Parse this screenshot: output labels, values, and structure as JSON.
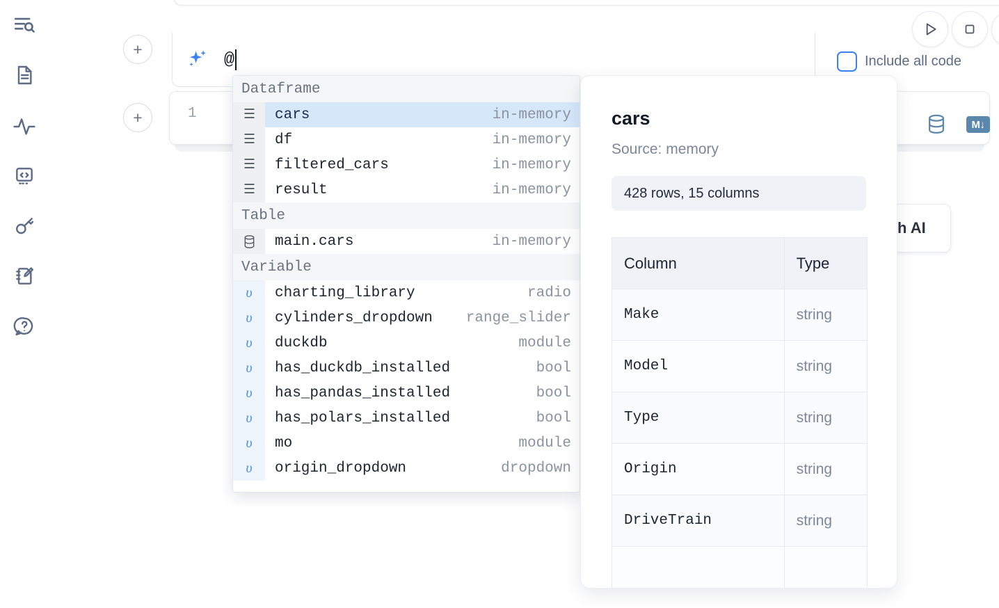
{
  "app": {
    "sidebar": {
      "items": [
        {
          "name": "file-explorer-icon",
          "label": "Explore files"
        },
        {
          "name": "document-icon",
          "label": "Outline"
        },
        {
          "name": "activity-icon",
          "label": "Dependencies"
        },
        {
          "name": "code-snippets-icon",
          "label": "Snippets"
        },
        {
          "name": "key-icon",
          "label": "Secrets"
        },
        {
          "name": "notebook-edit-icon",
          "label": "Scratchpad"
        },
        {
          "name": "help-chat-icon",
          "label": "Help"
        }
      ]
    },
    "toolbar": {
      "run_label": "Run",
      "stop_label": "Interrupt",
      "include_all_code_label": "Include all code",
      "include_all_code_checked": false,
      "accent_color": "#3b82f6"
    },
    "ai_prompt": {
      "icon": "sparkle-icon",
      "value": "@",
      "placeholder": "Generate with AI"
    },
    "cell": {
      "line_number": "1",
      "code": "",
      "icons": [
        {
          "name": "database-icon",
          "label": "SQL"
        },
        {
          "name": "markdown-icon",
          "label": "M↓"
        }
      ]
    },
    "ai_chip": {
      "label": "h AI"
    },
    "add_cell_buttons": [
      {
        "name": "add-cell-above-button",
        "label": "+"
      },
      {
        "name": "add-cell-below-button",
        "label": "+"
      }
    ]
  },
  "autocomplete": {
    "groups": [
      {
        "label": "Dataframe",
        "items": [
          {
            "icon": "dataframe-icon",
            "name": "cars",
            "meta": "in-memory",
            "selected": true
          },
          {
            "icon": "dataframe-icon",
            "name": "df",
            "meta": "in-memory",
            "selected": false
          },
          {
            "icon": "dataframe-icon",
            "name": "filtered_cars",
            "meta": "in-memory",
            "selected": false
          },
          {
            "icon": "dataframe-icon",
            "name": "result",
            "meta": "in-memory",
            "selected": false
          }
        ]
      },
      {
        "label": "Table",
        "items": [
          {
            "icon": "table-icon",
            "name": "main.cars",
            "meta": "in-memory",
            "selected": false
          }
        ]
      },
      {
        "label": "Variable",
        "items": [
          {
            "icon": "variable-icon",
            "name": "charting_library",
            "meta": "radio",
            "selected": false
          },
          {
            "icon": "variable-icon",
            "name": "cylinders_dropdown",
            "meta": "range_slider",
            "selected": false
          },
          {
            "icon": "variable-icon",
            "name": "duckdb",
            "meta": "module",
            "selected": false
          },
          {
            "icon": "variable-icon",
            "name": "has_duckdb_installed",
            "meta": "bool",
            "selected": false
          },
          {
            "icon": "variable-icon",
            "name": "has_pandas_installed",
            "meta": "bool",
            "selected": false
          },
          {
            "icon": "variable-icon",
            "name": "has_polars_installed",
            "meta": "bool",
            "selected": false
          },
          {
            "icon": "variable-icon",
            "name": "mo",
            "meta": "module",
            "selected": false
          },
          {
            "icon": "variable-icon",
            "name": "origin_dropdown",
            "meta": "dropdown",
            "selected": false
          }
        ]
      }
    ],
    "selected_row_color": "#d6e7fa"
  },
  "preview": {
    "title": "cars",
    "source": "Source: memory",
    "shape": "428 rows, 15 columns",
    "table": {
      "headers": [
        "Column",
        "Type"
      ],
      "rows": [
        {
          "column": "Make",
          "type": "string"
        },
        {
          "column": "Model",
          "type": "string"
        },
        {
          "column": "Type",
          "type": "string"
        },
        {
          "column": "Origin",
          "type": "string"
        },
        {
          "column": "DriveTrain",
          "type": "string"
        }
      ]
    }
  }
}
